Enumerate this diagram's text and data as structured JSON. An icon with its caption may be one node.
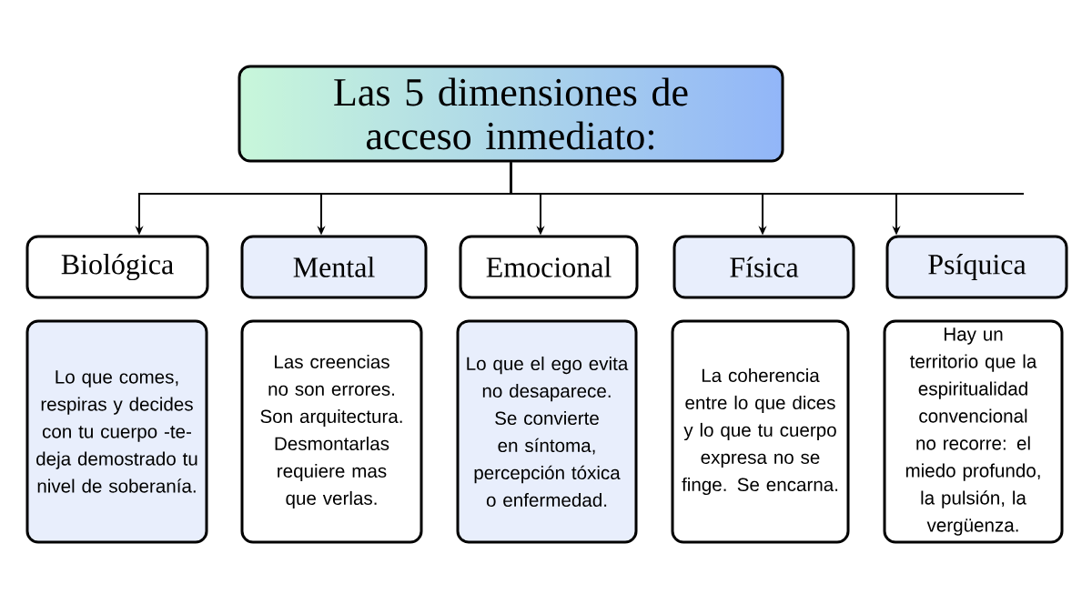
{
  "diagram": {
    "nodes": [
      {
        "text": [
          "Las 5 dimensiones de acceso inmediato:"
        ]
      },
      {
        "text": [
          "Biológica"
        ]
      },
      {
        "text": [
          "Mental"
        ]
      },
      {
        "text": [
          "Emocional"
        ]
      },
      {
        "text": [
          "Física"
        ]
      },
      {
        "text": [
          "Psíquica"
        ]
      },
      {
        "text": [
          "Lo que comes, respiras y decides con tu cuerpo -te- deja demostrado tu nivel de soberanía."
        ]
      },
      {
        "text": [
          "Las creencias no son errores. Son arquitectura. Desmontarlas requiere mas que verlas."
        ]
      },
      {
        "text": [
          "Lo que el ego evita no desaparece. Se convierte en síntoma, percepción tóxica o enfermedad."
        ]
      },
      {
        "text": [
          "La coherencia entre lo que dices y lo que tu cuerpo expresa no se finge. Se encarna."
        ]
      },
      {
        "text": [
          "Hay un territorio que la espiritualidad convencional no recorre: el miedo profundo, la pulsión, la vergüenza."
        ]
      }
    ],
    "edges": [
      {
        "from": 0,
        "to": 1,
        "arrow": "to"
      },
      {
        "from": 0,
        "to": 2,
        "arrow": "to"
      },
      {
        "from": 0,
        "to": 3,
        "arrow": "to"
      },
      {
        "from": 0,
        "to": 4,
        "arrow": "to"
      },
      {
        "from": 0,
        "to": 5,
        "arrow": "to"
      }
    ]
  }
}
